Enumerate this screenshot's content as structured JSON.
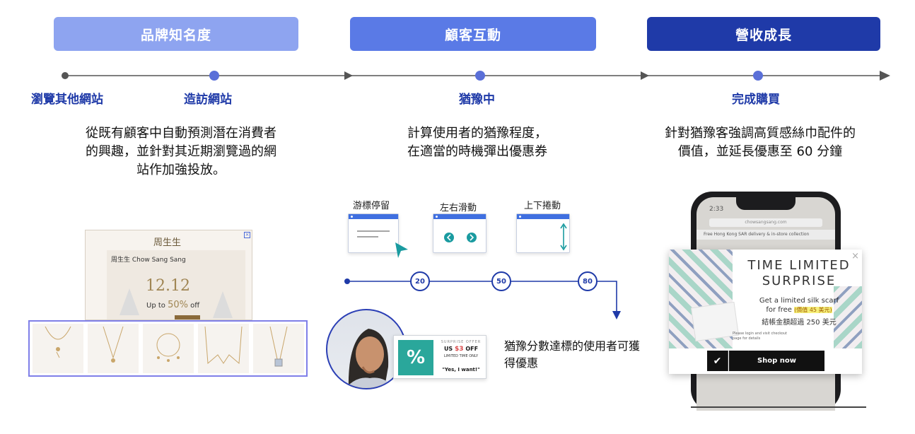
{
  "stages": [
    {
      "label": "品牌知名度",
      "color": "#8ea4f0"
    },
    {
      "label": "顧客互動",
      "color": "#5a7ae6"
    },
    {
      "label": "營收成長",
      "color": "#1f3aa8"
    }
  ],
  "steps": [
    "瀏覽其他網站",
    "造訪網站",
    "猶豫中",
    "完成購買"
  ],
  "descriptions": {
    "awareness": [
      "從既有顧客中自動預測潛在消費者",
      "的興趣，並針對其近期瀏覽過的網",
      "站作加強投放。"
    ],
    "engagement": [
      "計算使用者的猶豫程度，",
      "在適當的時機彈出優惠券"
    ],
    "growth": [
      "針對猶豫客強調高質感絲巾配件的",
      "價值，並延長優惠至 60 分鐘"
    ]
  },
  "ad": {
    "logo": "周生生",
    "brand": "周生生 Chow Sang Sang",
    "date": "12.12",
    "offer_prefix": "Up to",
    "offer_pct": "50%",
    "offer_suffix": "off",
    "close": "×"
  },
  "behaviors": [
    "游標停留",
    "左右滑動",
    "上下捲動"
  ],
  "scores": [
    "20",
    "50",
    "80"
  ],
  "coupon": {
    "pct": "%",
    "kicker": "SURPRISE OFFER",
    "amount_prefix": "US",
    "amount": "$3",
    "amount_suffix": "OFF",
    "limited": "LIMITED TIME ONLY",
    "cta": "\"Yes, I want!\""
  },
  "reward_text": [
    "猶豫分數達標的使用者可獲",
    "得優惠"
  ],
  "phone": {
    "time": "2:33",
    "url": "chowsangsang.com",
    "banner": "Free Hong Kong SAR delivery & in-store collection"
  },
  "popup": {
    "title_1": "TIME LIMITED",
    "title_2": "SURPRISE",
    "sub_1": "Get a limited silk scarf",
    "sub_2": "for free",
    "value_note": "(價值 45 美元)",
    "cn": "結帳金額超過 250 美元",
    "fine_1": "Please login and visit checkout",
    "fine_2": "page for details",
    "check": "✔",
    "shop": "Shop now",
    "close": "×"
  },
  "colors": {
    "accent": "#1f3aa8",
    "line": "#555555",
    "highlight": "#7f7fe8"
  }
}
